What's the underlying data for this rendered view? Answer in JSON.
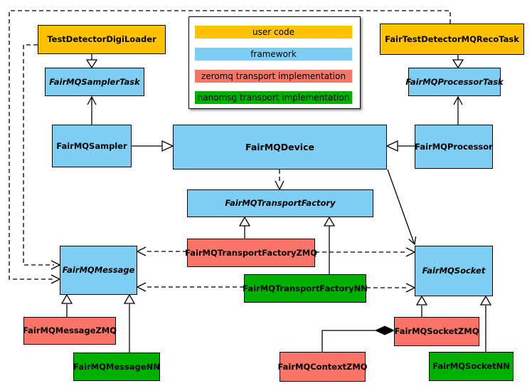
{
  "colors": {
    "user_code": "#FFC200",
    "framework": "#7DCEF2",
    "zeromq": "#FA7468",
    "nanomsg": "#00B000",
    "line": "#000000",
    "background": "#FFFFFF"
  },
  "legend": {
    "items": [
      {
        "label": "user code",
        "category": "user_code"
      },
      {
        "label": "framework",
        "category": "framework"
      },
      {
        "label": "zeromq transport implementation",
        "category": "zeromq"
      },
      {
        "label": "nanomsg transport implementation",
        "category": "nanomsg"
      }
    ]
  },
  "nodes": {
    "testDetectorDigiLoader": {
      "label": "TestDetectorDigiLoader",
      "category": "user_code",
      "abstract": false
    },
    "fairTestDetectorMQRecoTask": {
      "label": "FairTestDetectorMQRecoTask",
      "category": "user_code",
      "abstract": false
    },
    "samplerTask": {
      "label": "FairMQSamplerTask",
      "category": "framework",
      "abstract": true
    },
    "processorTask": {
      "label": "FairMQProcessorTask",
      "category": "framework",
      "abstract": true
    },
    "sampler": {
      "label": "FairMQSampler",
      "category": "framework",
      "abstract": false
    },
    "device": {
      "label": "FairMQDevice",
      "category": "framework",
      "abstract": false
    },
    "processor": {
      "label": "FairMQProcessor",
      "category": "framework",
      "abstract": false
    },
    "transportFactory": {
      "label": "FairMQTransportFactory",
      "category": "framework",
      "abstract": true
    },
    "transportFactoryZMQ": {
      "label": "FairMQTransportFactoryZMQ",
      "category": "zeromq",
      "abstract": false
    },
    "transportFactoryNN": {
      "label": "FairMQTransportFactoryNN",
      "category": "nanomsg",
      "abstract": false
    },
    "message": {
      "label": "FairMQMessage",
      "category": "framework",
      "abstract": true
    },
    "socket": {
      "label": "FairMQSocket",
      "category": "framework",
      "abstract": true
    },
    "messageZMQ": {
      "label": "FairMQMessageZMQ",
      "category": "zeromq",
      "abstract": false
    },
    "messageNN": {
      "label": "FairMQMessageNN",
      "category": "nanomsg",
      "abstract": false
    },
    "contextZMQ": {
      "label": "FairMQContextZMQ",
      "category": "zeromq",
      "abstract": false
    },
    "socketZMQ": {
      "label": "FairMQSocketZMQ",
      "category": "zeromq",
      "abstract": false
    },
    "socketNN": {
      "label": "FairMQSocketNN",
      "category": "nanomsg",
      "abstract": false
    }
  },
  "edges": [
    {
      "from": "TestDetectorDigiLoader",
      "to": "FairMQSamplerTask",
      "type": "inheritance"
    },
    {
      "from": "FairTestDetectorMQRecoTask",
      "to": "FairMQProcessorTask",
      "type": "inheritance"
    },
    {
      "from": "FairMQSampler",
      "to": "FairMQSamplerTask",
      "type": "association"
    },
    {
      "from": "FairMQProcessor",
      "to": "FairMQProcessorTask",
      "type": "association"
    },
    {
      "from": "FairMQSampler",
      "to": "FairMQDevice",
      "type": "inheritance"
    },
    {
      "from": "FairMQProcessor",
      "to": "FairMQDevice",
      "type": "inheritance"
    },
    {
      "from": "FairMQDevice",
      "to": "FairMQTransportFactory",
      "type": "dependency"
    },
    {
      "from": "FairMQDevice",
      "to": "FairMQSocket",
      "type": "association"
    },
    {
      "from": "FairMQTransportFactoryZMQ",
      "to": "FairMQTransportFactory",
      "type": "inheritance"
    },
    {
      "from": "FairMQTransportFactoryNN",
      "to": "FairMQTransportFactory",
      "type": "inheritance"
    },
    {
      "from": "FairMQTransportFactoryZMQ",
      "to": "FairMQMessage",
      "type": "dependency"
    },
    {
      "from": "FairMQTransportFactoryZMQ",
      "to": "FairMQSocket",
      "type": "dependency"
    },
    {
      "from": "FairMQTransportFactoryNN",
      "to": "FairMQMessage",
      "type": "dependency"
    },
    {
      "from": "FairMQTransportFactoryNN",
      "to": "FairMQSocket",
      "type": "dependency"
    },
    {
      "from": "TestDetectorDigiLoader",
      "to": "FairMQMessage",
      "type": "dependency"
    },
    {
      "from": "FairTestDetectorMQRecoTask",
      "to": "FairMQMessage",
      "type": "dependency"
    },
    {
      "from": "FairMQMessageZMQ",
      "to": "FairMQMessage",
      "type": "inheritance"
    },
    {
      "from": "FairMQMessageNN",
      "to": "FairMQMessage",
      "type": "inheritance"
    },
    {
      "from": "FairMQSocketZMQ",
      "to": "FairMQSocket",
      "type": "inheritance"
    },
    {
      "from": "FairMQSocketNN",
      "to": "FairMQSocket",
      "type": "inheritance"
    },
    {
      "from": "FairMQContextZMQ",
      "to": "FairMQSocketZMQ",
      "type": "composition"
    }
  ]
}
